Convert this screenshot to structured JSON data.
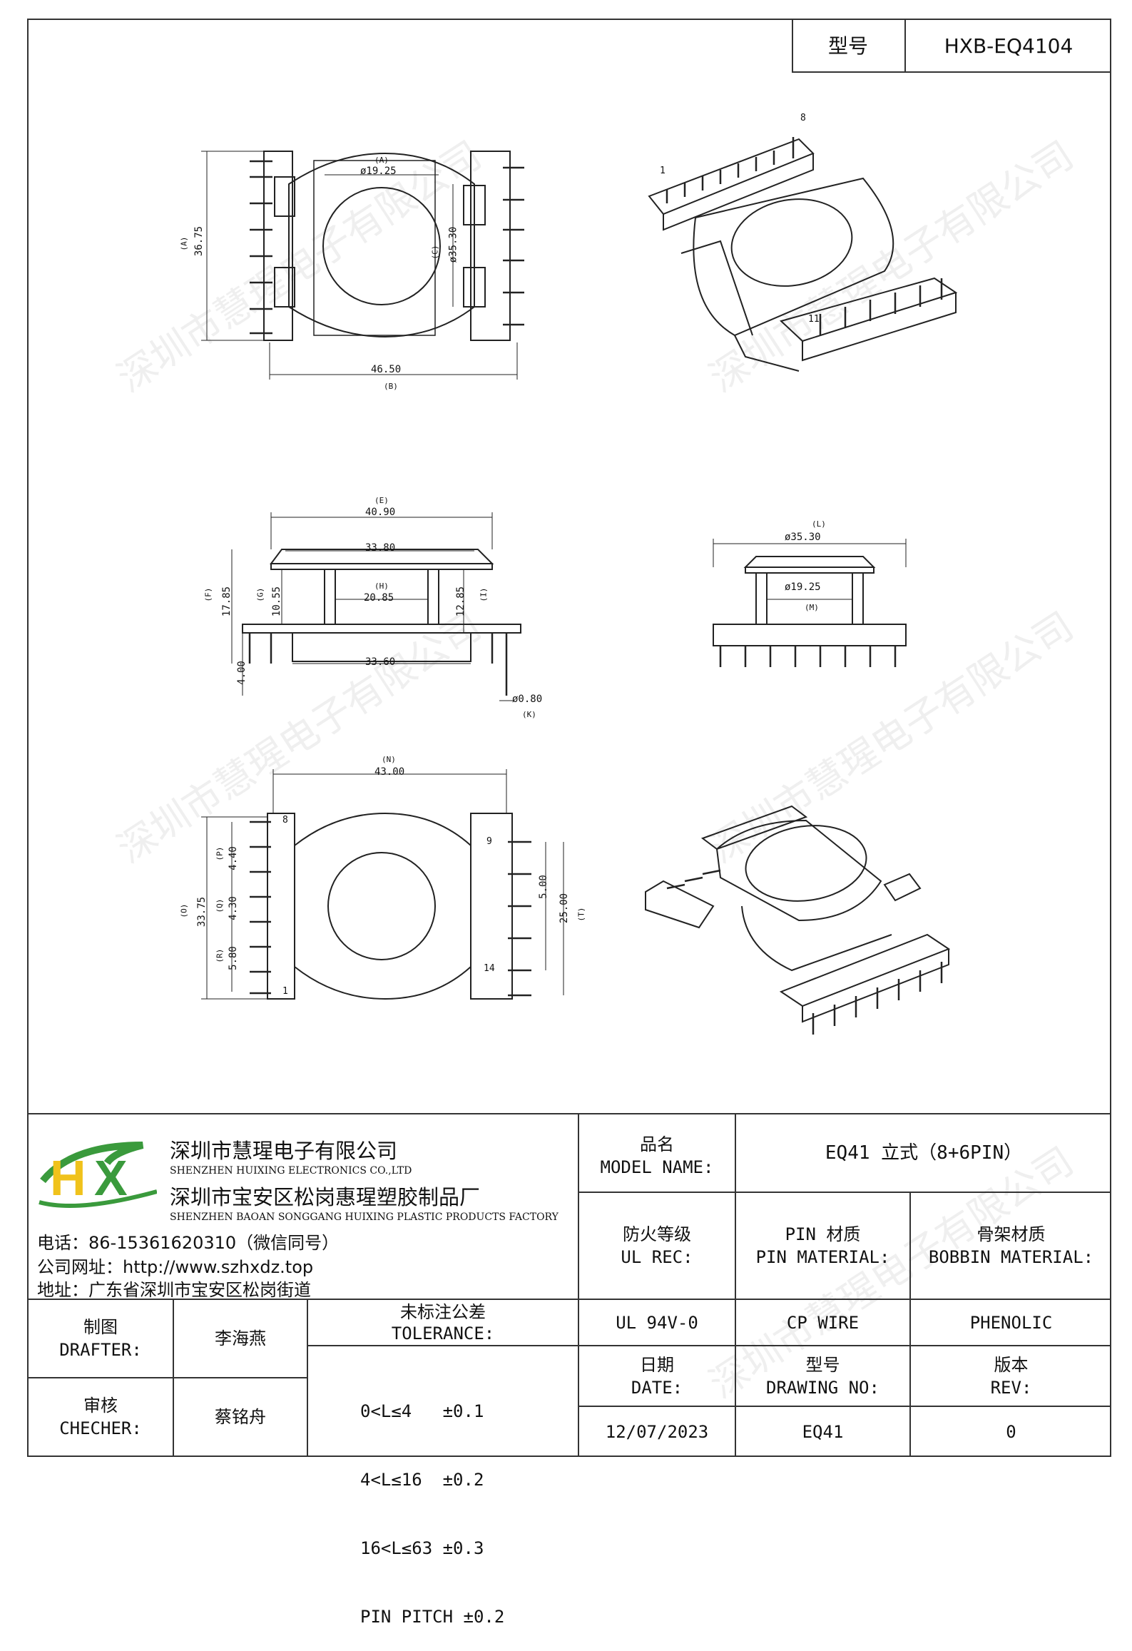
{
  "header": {
    "model_label": "型号",
    "model_value": "HXB-EQ4104"
  },
  "watermark": "深圳市慧瑆电子有限公司",
  "drawings": {
    "top_view": {
      "dim_width": "46.50",
      "dim_width_tag": "(B)",
      "dim_height": "36.75",
      "dim_height_tag": "(A)",
      "dim_hole": "ø19.25",
      "dim_hole_tag": "(A)",
      "dim_flange": "ø35.30",
      "dim_flange_tag": "(C)"
    },
    "iso_top": {
      "pin_first": "1",
      "pin_last": "8",
      "pin_other": "11"
    },
    "side_view": {
      "dim_top": "40.90",
      "dim_top_tag": "(E)",
      "dim_mid": "33.80",
      "dim_core": "20.85",
      "dim_core_tag": "(H)",
      "dim_bottom": "33.60",
      "dim_total_h": "17.85",
      "dim_total_h_tag": "(F)",
      "dim_inner_h": "10.55",
      "dim_inner_h_tag": "(G)",
      "dim_right_h": "12.85",
      "dim_right_h_tag": "(I)",
      "dim_pin_len": "4.00",
      "dim_pin_dia": "ø0.80",
      "dim_pin_dia_tag": "(K)"
    },
    "front_view": {
      "dim_flange": "ø35.30",
      "dim_flange_tag": "(L)",
      "dim_hole": "ø19.25",
      "dim_hole_tag": "(M)"
    },
    "bottom_view": {
      "dim_width": "43.00",
      "dim_width_tag": "(N)",
      "dim_left_total": "33.75",
      "dim_left_total_tag": "(O)",
      "dim_p1": "4.40",
      "dim_p1_tag": "(P)",
      "dim_p2": "4.30",
      "dim_p2_tag": "(Q)",
      "dim_p3": "5.80",
      "dim_p3_tag": "(R)",
      "dim_r1": "5.00",
      "dim_r2": "25.00",
      "dim_r_tag": "(T)",
      "pin_8": "8",
      "pin_1": "1",
      "pin_9": "9",
      "pin_14": "14"
    }
  },
  "company": {
    "logo_text": "HX",
    "name_cn_1": "深圳市慧瑆电子有限公司",
    "name_en_1": "SHENZHEN HUIXING ELECTRONICS CO.,LTD",
    "name_cn_2": "深圳市宝安区松岗惠瑆塑胶制品厂",
    "name_en_2": "SHENZHEN BAOAN SONGGANG HUIXING PLASTIC PRODUCTS FACTORY",
    "phone": "电话：86-15361620310（微信同号）",
    "website": "公司网址：http://www.szhxdz.top",
    "address": "地址：广东省深圳市宝安区松岗街道"
  },
  "title_block": {
    "model_name_cn": "品名",
    "model_name_en": "MODEL NAME:",
    "model_name_value": "EQ41 立式（8+6PIN）",
    "ul_rec_cn": "防火等级",
    "ul_rec_en": "UL REC:",
    "pin_material_cn": "PIN 材质",
    "pin_material_en": "PIN MATERIAL:",
    "bobbin_material_cn": "骨架材质",
    "bobbin_material_en": "BOBBIN MATERIAL:",
    "ul_rec_value": "UL 94V-0",
    "pin_material_value": "CP WIRE",
    "bobbin_material_value": "PHENOLIC",
    "drafter_cn": "制图",
    "drafter_en": "DRAFTER:",
    "drafter_name": "李海燕",
    "tolerance_cn": "未标注公差",
    "tolerance_en": "TOLERANCE:",
    "tolerance_lines": [
      "0<L≤4   ±0.1",
      "4<L≤16  ±0.2",
      "16<L≤63 ±0.3",
      "PIN PITCH ±0.2"
    ],
    "checker_cn": "审核",
    "checker_en": "CHECHER:",
    "checker_name": "蔡铭舟",
    "date_cn": "日期",
    "date_en": "DATE:",
    "drawing_no_cn": "型号",
    "drawing_no_en": "DRAWING NO:",
    "rev_cn": "版本",
    "rev_en": "REV:",
    "date_value": "12/07/2023",
    "drawing_no_value": "EQ41",
    "rev_value": "0"
  },
  "colors": {
    "logo_green": "#3a9a3c",
    "logo_yellow": "#f0c21b"
  }
}
